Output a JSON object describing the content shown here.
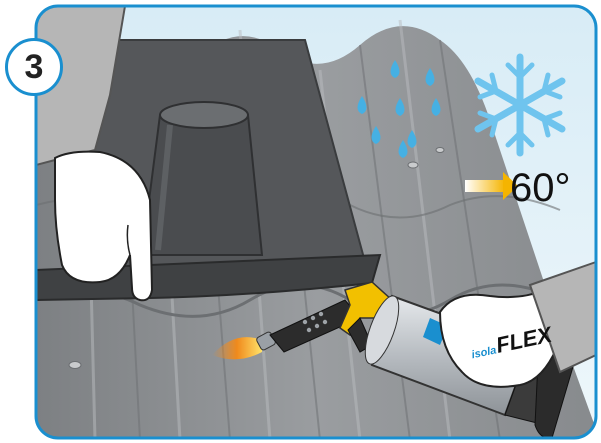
{
  "step": {
    "number": "3"
  },
  "temperature": {
    "label": "60°"
  },
  "product": {
    "brand_prefix": "isola",
    "brand_name": "FLEX"
  },
  "colors": {
    "frame": "#1a8fcf",
    "sky": "#d8ecf6",
    "roof": "#8a8d90",
    "flashing": "#4f5153",
    "rain": "#46b0e3",
    "snowflake": "#6fc4ee",
    "arrow_start": "#ffffff",
    "arrow_end": "#f5b400",
    "flame": "#f08a1c",
    "torch_body": "#2c2c2c",
    "torch_grip": "#f2c000",
    "can": "#c8cdd2"
  },
  "icons": [
    "rain-drops-icon",
    "snowflake-icon",
    "heat-arrow-icon"
  ]
}
